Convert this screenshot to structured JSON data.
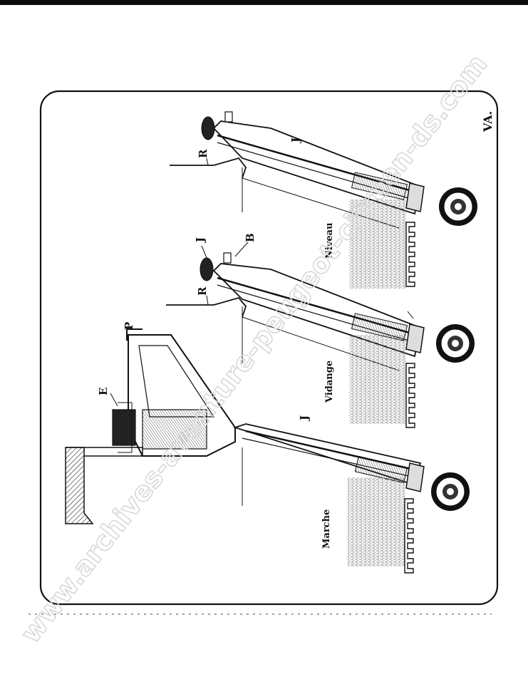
{
  "plate": {
    "plate_mark": "VA.",
    "labels": {
      "E": "E",
      "P": "P",
      "J_left": "J",
      "J_mid": "J",
      "B": "B",
      "R_mid": "R",
      "R_right": "R",
      "J_right": "J"
    },
    "captions": {
      "left": "Marche",
      "middle": "Vidange",
      "right": "Niveau"
    }
  },
  "watermark": {
    "text": "www.archives-aventure-peugeot-citroen-ds.com"
  },
  "colors": {
    "background": "#ffffff",
    "ink": "#111111",
    "frame_band": "#0c0c0c",
    "watermark": "#d8d8d8"
  }
}
